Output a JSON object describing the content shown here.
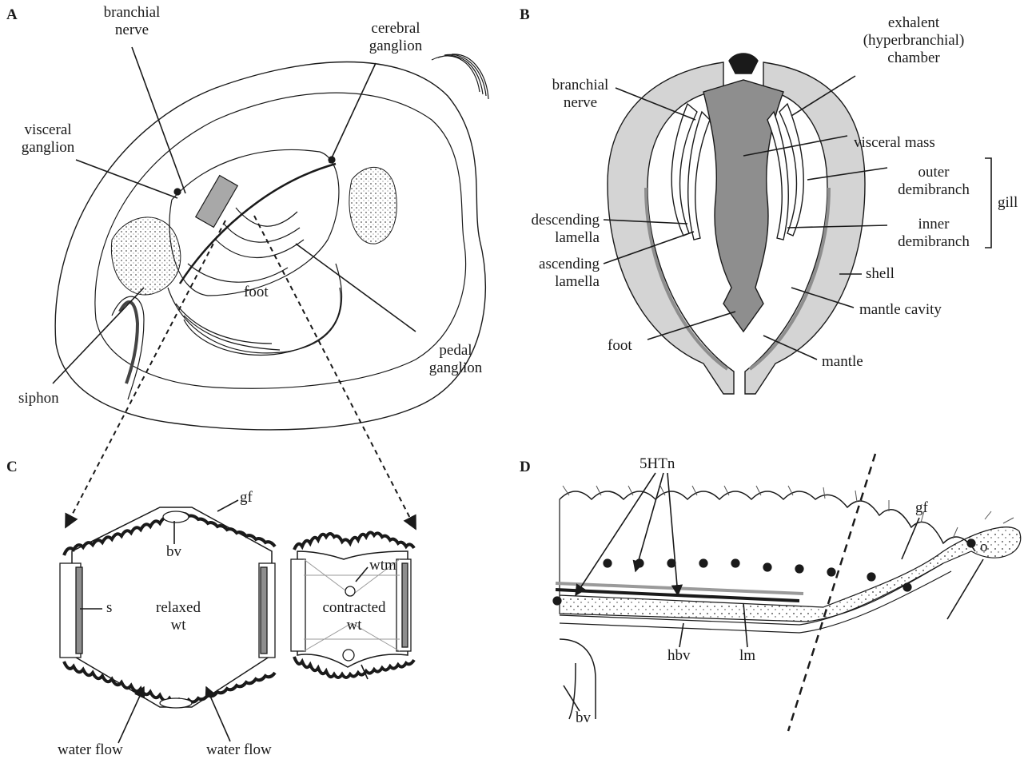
{
  "colors": {
    "ink": "#1a1a1a",
    "shell_gray": "#d4d4d4",
    "visceral_gray": "#8e8e8e",
    "lamella_gray": "#9a9a9a",
    "light_gray": "#e6e6e6"
  },
  "panels": {
    "a": {
      "letter": "A",
      "labels": {
        "branchial_nerve": "branchial\nnerve",
        "cerebral_ganglion": "cerebral\nganglion",
        "visceral_ganglion": "visceral\nganglion",
        "foot": "foot",
        "pedal_ganglion": "pedal\nganglion",
        "siphon": "siphon"
      }
    },
    "b": {
      "letter": "B",
      "labels": {
        "branchial_nerve": "branchial\nnerve",
        "exhalent_chamber": "exhalent\n(hyperbranchial)\nchamber",
        "visceral_mass": "visceral mass",
        "outer_demibranch": "outer\ndemibranch",
        "gill": "gill",
        "descending_lamella": "descending\nlamella",
        "inner_demibranch": "inner\ndemibranch",
        "ascending_lamella": "ascending\nlamella",
        "shell": "shell",
        "mantle_cavity": "mantle cavity",
        "foot": "foot",
        "mantle": "mantle"
      }
    },
    "c": {
      "letter": "C",
      "labels": {
        "gf": "gf",
        "bv": "bv",
        "s": "s",
        "relaxed_wt": "relaxed\nwt",
        "wtm": "wtm",
        "contracted_wt": "contracted\nwt",
        "water_flow_left": "water flow",
        "water_flow_right": "water flow"
      }
    },
    "d": {
      "letter": "D",
      "labels": {
        "5htn": "5HTn",
        "gf": "gf",
        "o": "o",
        "hbv": "hbv",
        "lm": "lm",
        "bv": "bv"
      }
    }
  }
}
